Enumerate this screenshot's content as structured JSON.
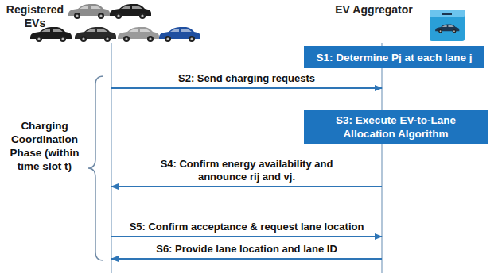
{
  "diagram": {
    "nodes": [
      {
        "text": [
          "Registered EVs"
        ]
      },
      {
        "text": [
          "EV Aggregator"
        ]
      },
      {
        "text": [
          "S1: Determine Pj at each lane j"
        ]
      },
      {
        "text": [
          "S3: Execute EV-to-Lane Allocation Algorithm"
        ]
      }
    ],
    "edges": [
      {
        "from": 0,
        "to": 1,
        "label": "S2: Send charging requests",
        "arrow": "to"
      },
      {
        "from": 1,
        "to": 0,
        "label": "S4: Confirm energy availability and announce rij and vj.",
        "arrow": "to"
      },
      {
        "from": 0,
        "to": 1,
        "label": "S5: Confirm acceptance & request lane location",
        "arrow": "to"
      },
      {
        "from": 1,
        "to": 0,
        "label": "S6: Provide lane location and lane ID",
        "arrow": "to"
      }
    ],
    "labels": [
      "Charging Coordination Phase (within time slot t)"
    ]
  }
}
